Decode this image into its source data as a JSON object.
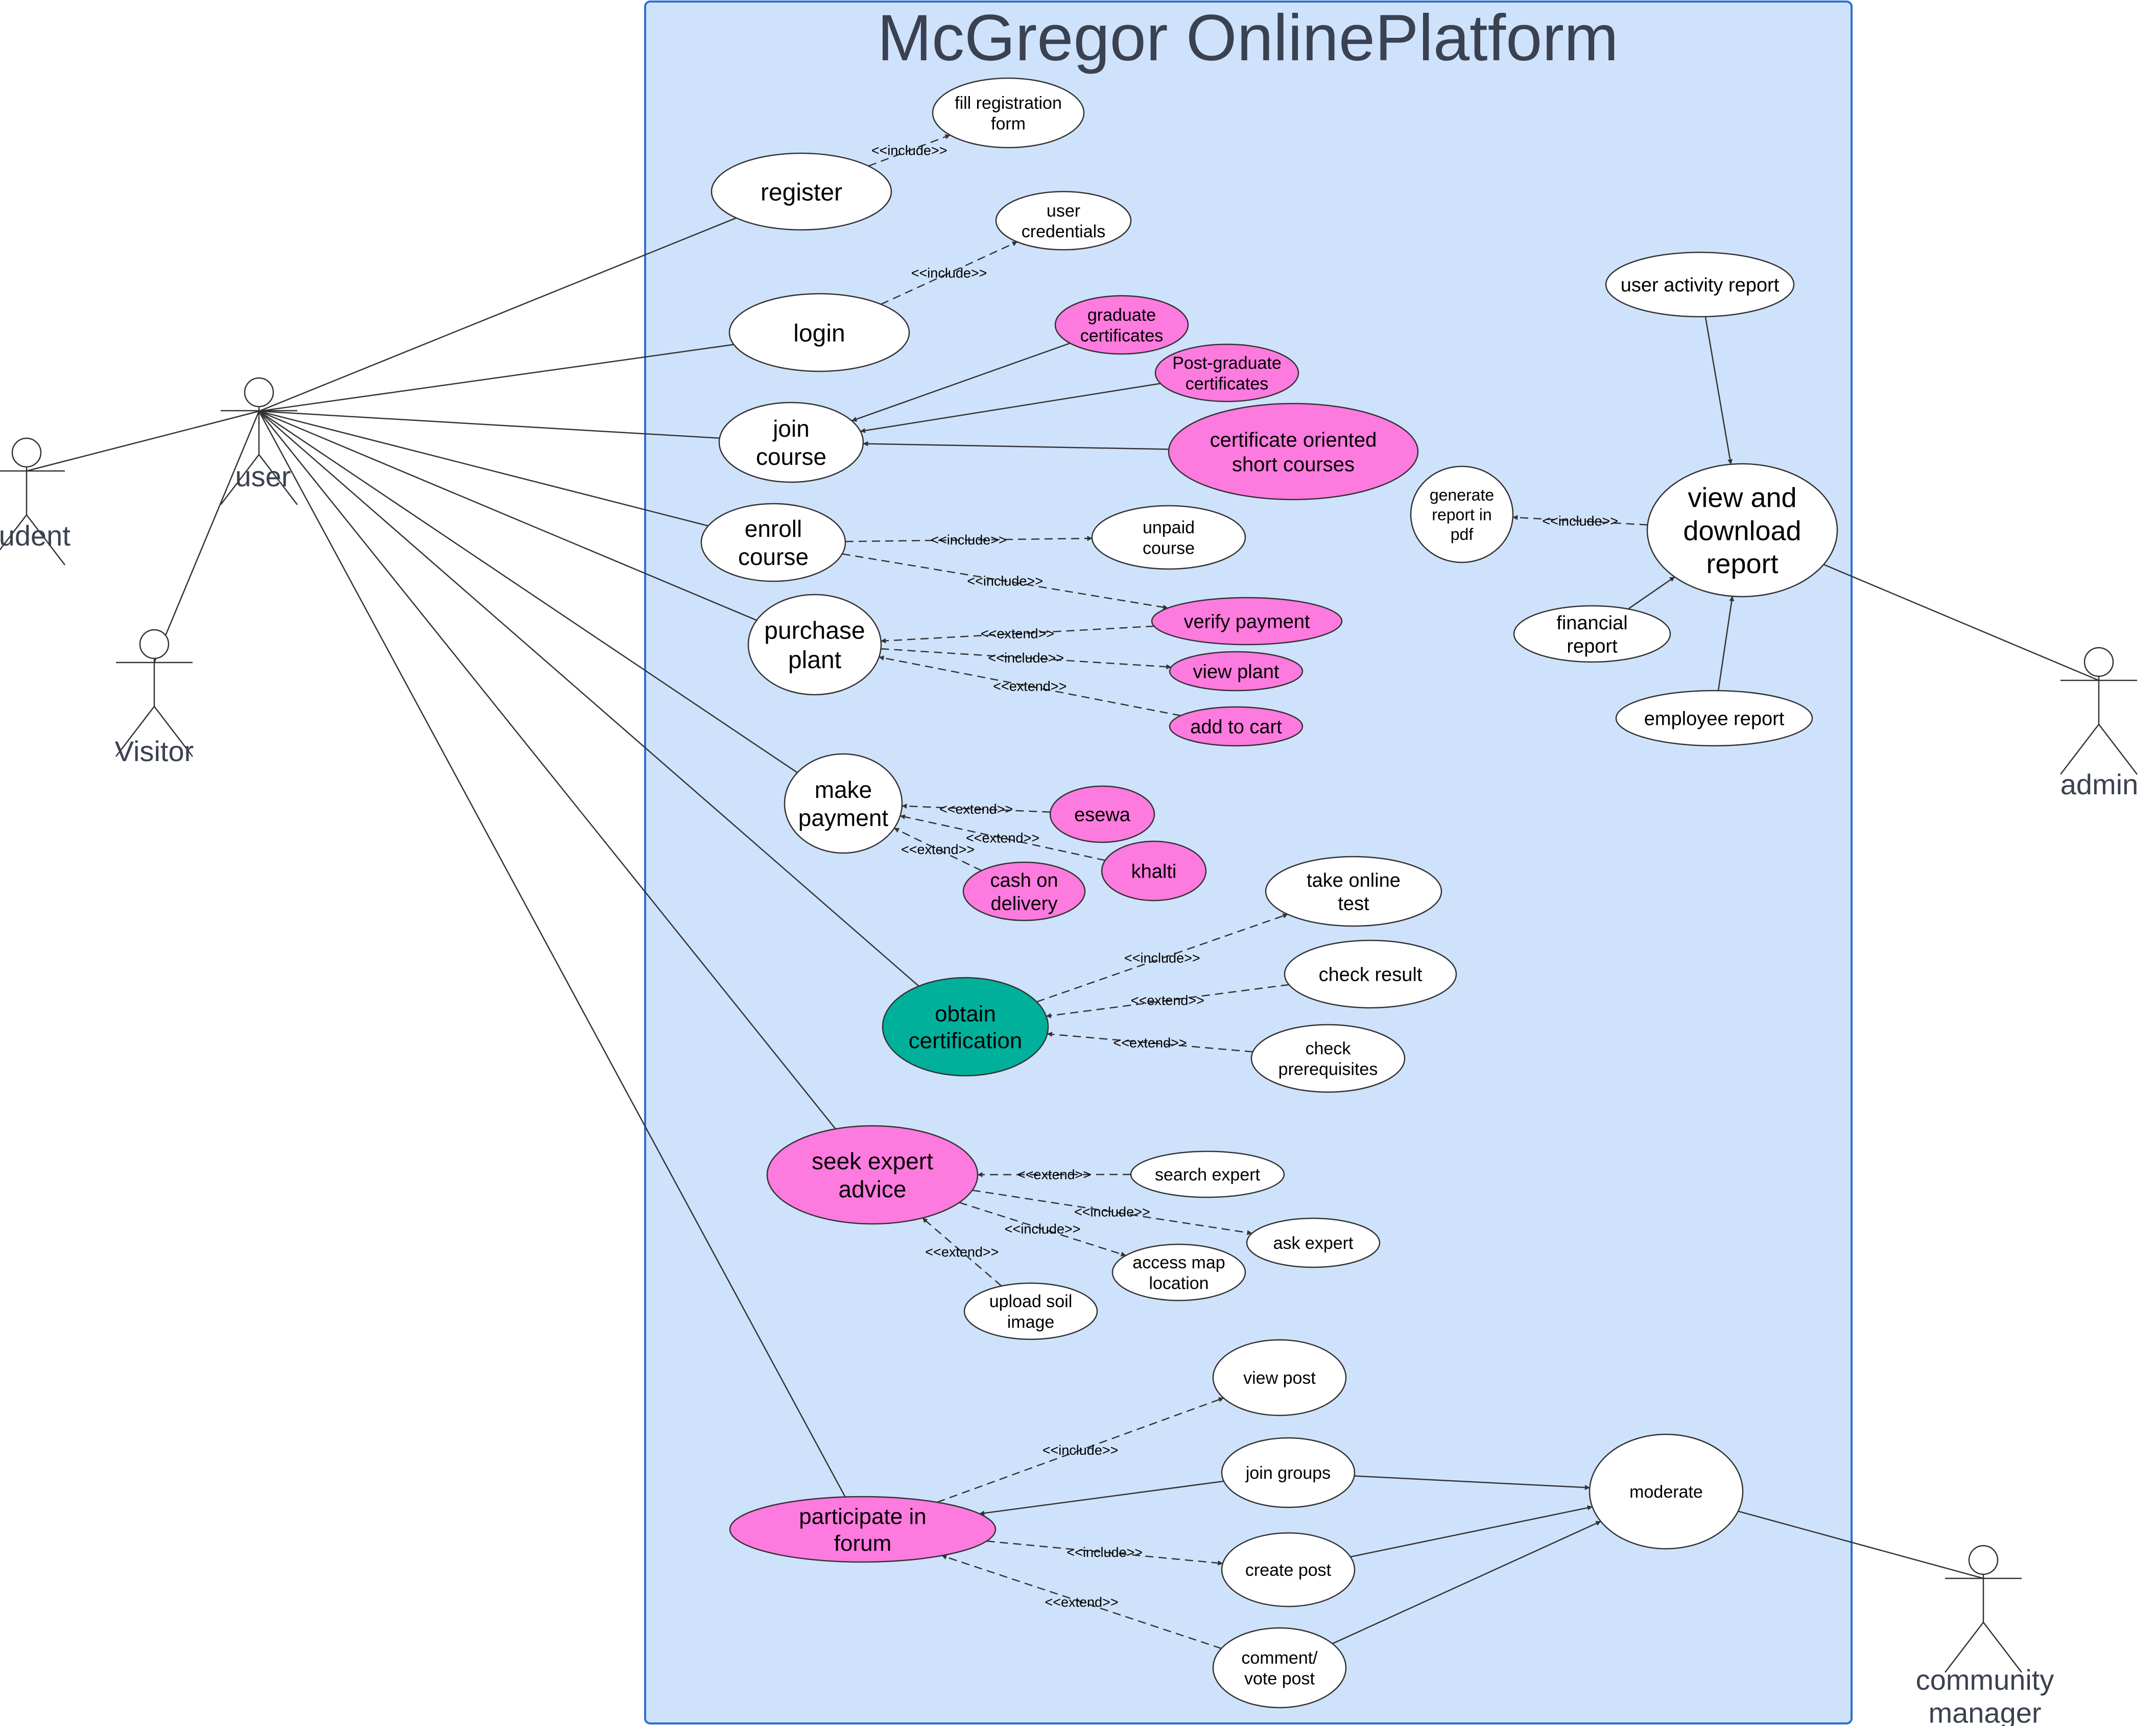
{
  "system": {
    "title": "McGregor OnlinePlatform",
    "boundary_fill": "#cfe2fb",
    "boundary_stroke": "#2d6fd0"
  },
  "colors": {
    "use_case_default": "#ffffff",
    "use_case_pink": "#fd7ade",
    "use_case_teal": "#00b09b",
    "line": "#333333"
  },
  "actors": [
    {
      "id": "user",
      "label": "user"
    },
    {
      "id": "student",
      "label": "tudent"
    },
    {
      "id": "visitor",
      "label": "Visitor"
    },
    {
      "id": "admin",
      "label": "admin"
    },
    {
      "id": "community_manager",
      "label": [
        "community",
        "manager"
      ]
    }
  ],
  "use_cases": [
    {
      "id": "register",
      "label": [
        "register"
      ],
      "fill": "white"
    },
    {
      "id": "fill_form",
      "label": [
        "fill registration",
        "form"
      ],
      "fill": "white"
    },
    {
      "id": "login",
      "label": [
        "login"
      ],
      "fill": "white"
    },
    {
      "id": "credentials",
      "label": [
        "user",
        "credentials"
      ],
      "fill": "white"
    },
    {
      "id": "join_course",
      "label": [
        "join",
        "course"
      ],
      "fill": "white"
    },
    {
      "id": "grad_cert",
      "label": [
        "graduate",
        "certificates"
      ],
      "fill": "pink"
    },
    {
      "id": "pg_cert",
      "label": [
        "Post-graduate",
        "certificates"
      ],
      "fill": "pink"
    },
    {
      "id": "short_courses",
      "label": [
        "certificate oriented",
        "short courses"
      ],
      "fill": "pink"
    },
    {
      "id": "enroll",
      "label": [
        "enroll",
        "course"
      ],
      "fill": "white"
    },
    {
      "id": "unpaid",
      "label": [
        "unpaid",
        "course"
      ],
      "fill": "white"
    },
    {
      "id": "purchase",
      "label": [
        "purchase",
        "plant"
      ],
      "fill": "white"
    },
    {
      "id": "verify",
      "label": [
        "verify payment"
      ],
      "fill": "pink"
    },
    {
      "id": "view_plant",
      "label": [
        "view plant"
      ],
      "fill": "pink"
    },
    {
      "id": "add_cart",
      "label": [
        "add to cart"
      ],
      "fill": "pink"
    },
    {
      "id": "payment",
      "label": [
        "make",
        "payment"
      ],
      "fill": "white"
    },
    {
      "id": "esewa",
      "label": [
        "esewa"
      ],
      "fill": "pink"
    },
    {
      "id": "khalti",
      "label": [
        "khalti"
      ],
      "fill": "pink"
    },
    {
      "id": "cod",
      "label": [
        "cash on",
        "delivery"
      ],
      "fill": "pink"
    },
    {
      "id": "obtain_cert",
      "label": [
        "obtain",
        "certification"
      ],
      "fill": "teal"
    },
    {
      "id": "online_test",
      "label": [
        "take online",
        "test"
      ],
      "fill": "white"
    },
    {
      "id": "check_result",
      "label": [
        "check result"
      ],
      "fill": "white"
    },
    {
      "id": "prereq",
      "label": [
        "check",
        "prerequisites"
      ],
      "fill": "white"
    },
    {
      "id": "seek_expert",
      "label": [
        "seek expert",
        "advice"
      ],
      "fill": "pink"
    },
    {
      "id": "search_expert",
      "label": [
        "search expert"
      ],
      "fill": "white"
    },
    {
      "id": "ask_expert",
      "label": [
        "ask expert"
      ],
      "fill": "white"
    },
    {
      "id": "map",
      "label": [
        "access map",
        "location"
      ],
      "fill": "white"
    },
    {
      "id": "soil",
      "label": [
        "upload soil",
        "image"
      ],
      "fill": "white"
    },
    {
      "id": "forum",
      "label": [
        "participate in",
        "forum"
      ],
      "fill": "pink"
    },
    {
      "id": "view_post",
      "label": [
        "view post"
      ],
      "fill": "white"
    },
    {
      "id": "join_groups",
      "label": [
        "join groups"
      ],
      "fill": "white"
    },
    {
      "id": "create_post",
      "label": [
        "create post"
      ],
      "fill": "white"
    },
    {
      "id": "comment",
      "label": [
        "comment/",
        "vote post"
      ],
      "fill": "white"
    },
    {
      "id": "moderate",
      "label": [
        "moderate"
      ],
      "fill": "white"
    },
    {
      "id": "user_activity",
      "label": [
        "user activity report"
      ],
      "fill": "white"
    },
    {
      "id": "view_report",
      "label": [
        "view and",
        "download",
        "report"
      ],
      "fill": "white"
    },
    {
      "id": "pdf",
      "label": [
        "generate",
        "report in",
        "pdf"
      ],
      "fill": "white"
    },
    {
      "id": "financial",
      "label": [
        "financial",
        "report"
      ],
      "fill": "white"
    },
    {
      "id": "employee",
      "label": [
        "employee report"
      ],
      "fill": "white"
    }
  ],
  "associations": [
    {
      "actor": "user",
      "use_case": "register"
    },
    {
      "actor": "user",
      "use_case": "login"
    },
    {
      "actor": "user",
      "use_case": "join_course"
    },
    {
      "actor": "user",
      "use_case": "enroll"
    },
    {
      "actor": "user",
      "use_case": "purchase"
    },
    {
      "actor": "user",
      "use_case": "payment"
    },
    {
      "actor": "user",
      "use_case": "obtain_cert"
    },
    {
      "actor": "user",
      "use_case": "seek_expert"
    },
    {
      "actor": "user",
      "use_case": "forum"
    },
    {
      "actor": "student",
      "generalizes_to": "user"
    },
    {
      "actor": "visitor",
      "generalizes_to": "user"
    },
    {
      "actor": "admin",
      "use_case": "view_report"
    },
    {
      "actor": "community_manager",
      "use_case": "moderate"
    }
  ],
  "relations": [
    {
      "from": "register",
      "to": "fill_form",
      "stereotype": "<<include>>"
    },
    {
      "from": "login",
      "to": "credentials",
      "stereotype": "<<include>>"
    },
    {
      "from": "enroll",
      "to": "unpaid",
      "stereotype": "<<include>>"
    },
    {
      "from": "enroll",
      "to": "verify",
      "stereotype": "<<include>>"
    },
    {
      "from": "verify",
      "to": "purchase",
      "stereotype": "<<extend>>"
    },
    {
      "from": "purchase",
      "to": "view_plant",
      "stereotype": "<<include>>"
    },
    {
      "from": "add_cart",
      "to": "purchase",
      "stereotype": "<<extend>>"
    },
    {
      "from": "esewa",
      "to": "payment",
      "stereotype": "<<extend>>"
    },
    {
      "from": "khalti",
      "to": "payment",
      "stereotype": "<<extend>>"
    },
    {
      "from": "cod",
      "to": "payment",
      "stereotype": "<<extend>>"
    },
    {
      "from": "obtain_cert",
      "to": "online_test",
      "stereotype": "<<include>>"
    },
    {
      "from": "check_result",
      "to": "obtain_cert",
      "stereotype": "<<extend>>"
    },
    {
      "from": "prereq",
      "to": "obtain_cert",
      "stereotype": "<<extend>>"
    },
    {
      "from": "search_expert",
      "to": "seek_expert",
      "stereotype": "<<extend>>"
    },
    {
      "from": "seek_expert",
      "to": "ask_expert",
      "stereotype": "<<include>>"
    },
    {
      "from": "seek_expert",
      "to": "map",
      "stereotype": "<<include>>"
    },
    {
      "from": "soil",
      "to": "seek_expert",
      "stereotype": "<<extend>>"
    },
    {
      "from": "forum",
      "to": "view_post",
      "stereotype": "<<include>>"
    },
    {
      "from": "forum",
      "to": "create_post",
      "stereotype": "<<include>>"
    },
    {
      "from": "comment",
      "to": "forum",
      "stereotype": "<<extend>>"
    },
    {
      "from": "view_report",
      "to": "pdf",
      "stereotype": "<<include>>"
    },
    {
      "from": "grad_cert",
      "to": "join_course",
      "stereotype": ""
    },
    {
      "from": "pg_cert",
      "to": "join_course",
      "stereotype": ""
    },
    {
      "from": "short_courses",
      "to": "join_course",
      "stereotype": ""
    },
    {
      "from": "join_groups",
      "to": "forum",
      "stereotype": ""
    },
    {
      "from": "join_groups",
      "to": "moderate",
      "stereotype": ""
    },
    {
      "from": "create_post",
      "to": "moderate",
      "stereotype": ""
    },
    {
      "from": "comment",
      "to": "moderate",
      "stereotype": ""
    },
    {
      "from": "user_activity",
      "to": "view_report",
      "stereotype": ""
    },
    {
      "from": "financial",
      "to": "view_report",
      "stereotype": ""
    },
    {
      "from": "employee",
      "to": "view_report",
      "stereotype": ""
    }
  ]
}
